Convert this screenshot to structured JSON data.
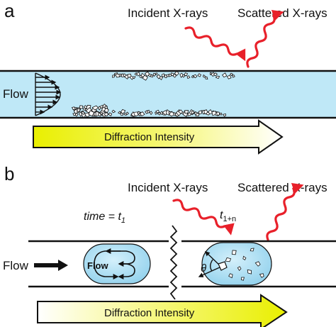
{
  "panel_a": {
    "letter": "a",
    "incident_label": "Incident X-rays",
    "scattered_label": "Scattered X-rays",
    "flow_label": "Flow",
    "bar_label": "Diffraction Intensity"
  },
  "panel_b": {
    "letter": "b",
    "incident_label": "Incident X-rays",
    "scattered_label": "Scattered X-rays",
    "time_label": "time = ",
    "time_symbol": "t",
    "time_subscript": "1",
    "t1n_symbol": "t",
    "t1n_subscript": "1+n",
    "flow_label": "Flow",
    "bubble_flow_label": "Flow",
    "theta_label": "θ",
    "bar_label": "Diffraction Intensity"
  },
  "colors": {
    "channel_fill": "#bfe8f7",
    "bubble_fill": "#a9dcf2",
    "xray_wave": "#e8202a",
    "bar_yellow": "#f2f000",
    "outline": "#111111"
  }
}
